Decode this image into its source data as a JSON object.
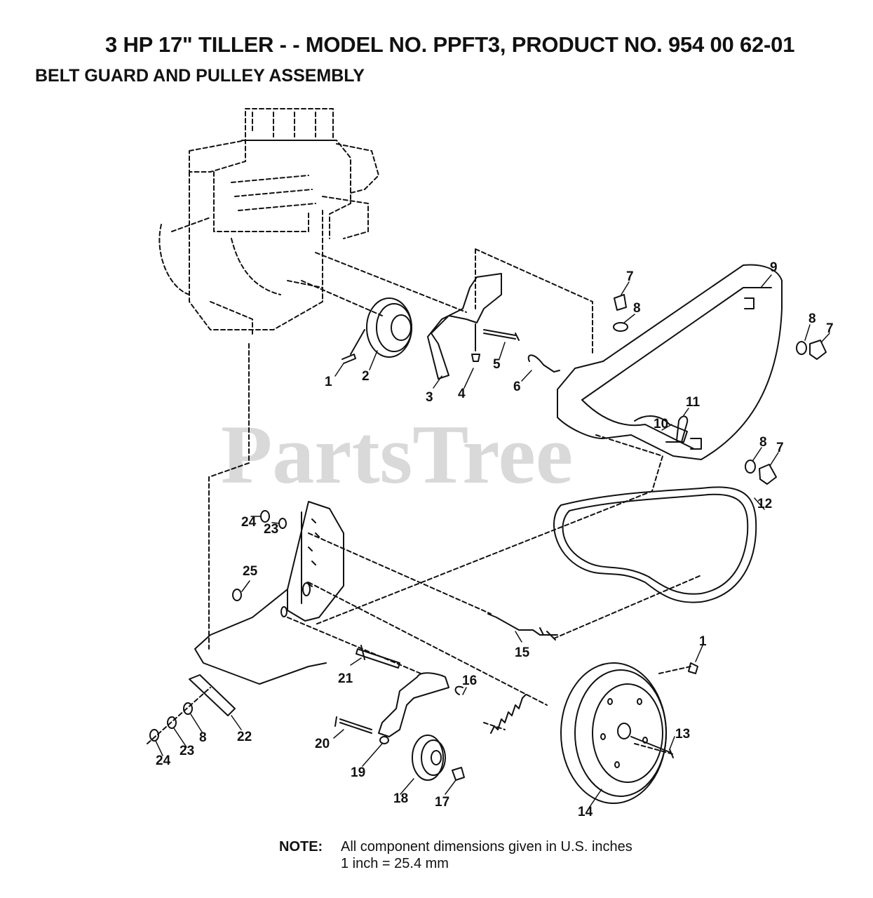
{
  "header": {
    "title": "3 HP  17\" TILLER - - MODEL NO. PPFT3, PRODUCT NO. 954 00 62-01",
    "subtitle": "BELT GUARD AND PULLEY ASSEMBLY"
  },
  "watermark": "PartsTree",
  "callouts": {
    "c1a": "1",
    "c2": "2",
    "c3": "3",
    "c4": "4",
    "c5": "5",
    "c6": "6",
    "c7a": "7",
    "c8a": "8",
    "c9": "9",
    "c8b": "8",
    "c7b": "7",
    "c11": "11",
    "c10": "10",
    "c8c": "8",
    "c7c": "7",
    "c12": "12",
    "c24a": "24",
    "c23a": "23",
    "c25": "25",
    "c15": "15",
    "c1b": "1",
    "c16": "16",
    "c21": "21",
    "c13": "13",
    "c22": "22",
    "c20": "20",
    "c8d": "8",
    "c23b": "23",
    "c24b": "24",
    "c19": "19",
    "c18": "18",
    "c17": "17",
    "c14": "14"
  },
  "note": {
    "label": "NOTE:",
    "line1": "All component dimensions given in U.S. inches",
    "line2": "1 inch = 25.4 mm"
  },
  "colors": {
    "line": "#111111",
    "watermark": "#d9d9d9"
  }
}
